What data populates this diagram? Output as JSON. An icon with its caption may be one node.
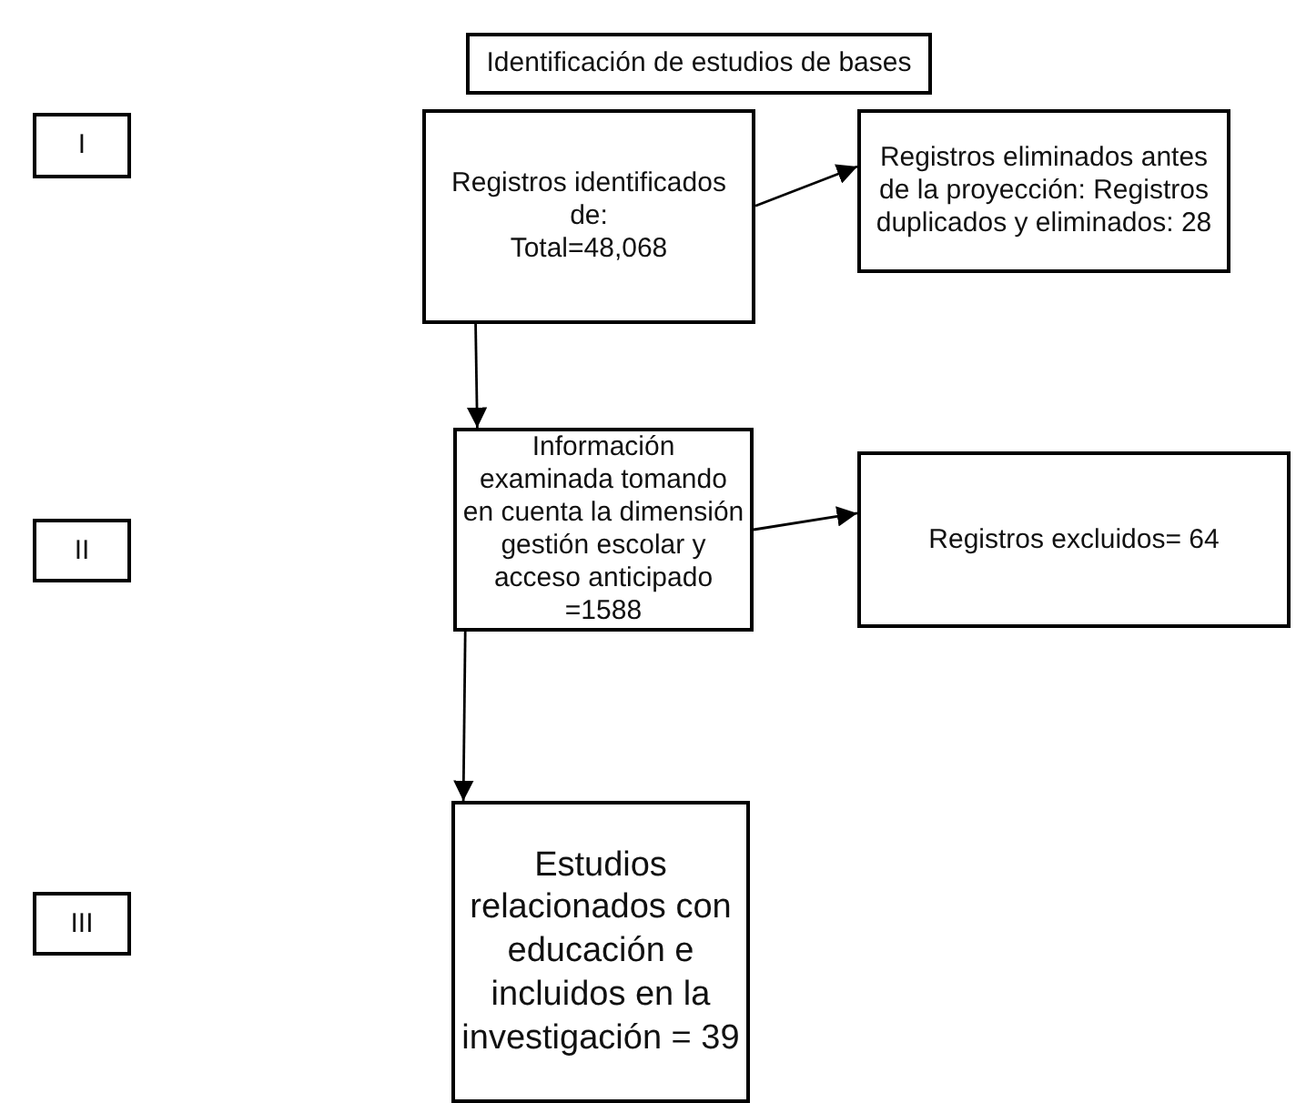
{
  "diagram": {
    "nodes": [
      {
        "text": [
          "Identificación de estudios de bases"
        ]
      },
      {
        "text": [
          "I"
        ]
      },
      {
        "text": [
          "Registros identificados de:",
          "Total=48,068"
        ]
      },
      {
        "text": [
          "Registros eliminados antes de la proyección: Registros duplicados y eliminados: 28"
        ]
      },
      {
        "text": [
          "II"
        ]
      },
      {
        "text": [
          "Información examinada tomando en cuenta la dimensión gestión escolar y acceso anticipado =1588"
        ]
      },
      {
        "text": [
          "Registros excluidos= 64"
        ]
      },
      {
        "text": [
          "III"
        ]
      },
      {
        "text": [
          "Estudios relacionados con educación e incluidos en la investigación = 39"
        ]
      }
    ],
    "edges": [
      {
        "from": 2,
        "to": 3,
        "arrow": "to"
      },
      {
        "from": 2,
        "to": 5,
        "arrow": "to"
      },
      {
        "from": 5,
        "to": 6,
        "arrow": "to"
      },
      {
        "from": 5,
        "to": 8,
        "arrow": "to"
      }
    ]
  }
}
